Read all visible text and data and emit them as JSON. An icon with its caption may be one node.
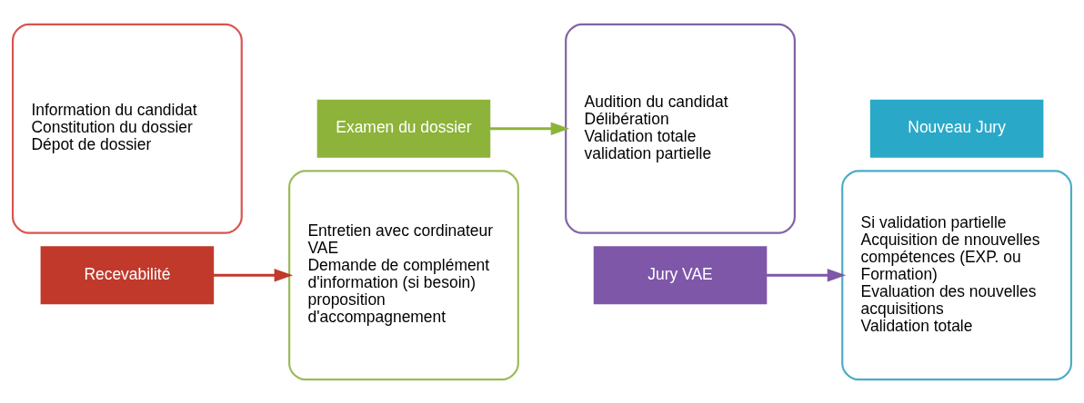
{
  "diagram": {
    "nodes": [
      {
        "text": [
          "Information du candidat",
          "Constitution du dossier",
          "Dépot de dossier"
        ]
      },
      {
        "text": [
          "Recevabilité"
        ]
      },
      {
        "text": [
          "Entretien avec cordinateur VAE",
          "Demande de complément d'information (si besoin)",
          "proposition d'accompagnement"
        ]
      },
      {
        "text": [
          "Examen du dossier"
        ]
      },
      {
        "text": [
          "Audition du candidat",
          "Délibération",
          "Validation totale",
          "validation partielle"
        ]
      },
      {
        "text": [
          "Jury VAE"
        ]
      },
      {
        "text": [
          "Si validation partielle",
          "Acquisition de nnouvelles compétences (EXP. ou Formation)",
          "Evaluation des nouvelles acquisitions",
          "Validation totale"
        ]
      },
      {
        "text": [
          "Nouveau Jury"
        ]
      }
    ],
    "edges": [
      {
        "from": 1,
        "to": 2,
        "arrow": "to",
        "color": "#c0392b"
      },
      {
        "from": 3,
        "to": 4,
        "arrow": "to",
        "color": "#8db33a"
      },
      {
        "from": 5,
        "to": 6,
        "arrow": "to",
        "color": "#7e57a8"
      }
    ]
  }
}
